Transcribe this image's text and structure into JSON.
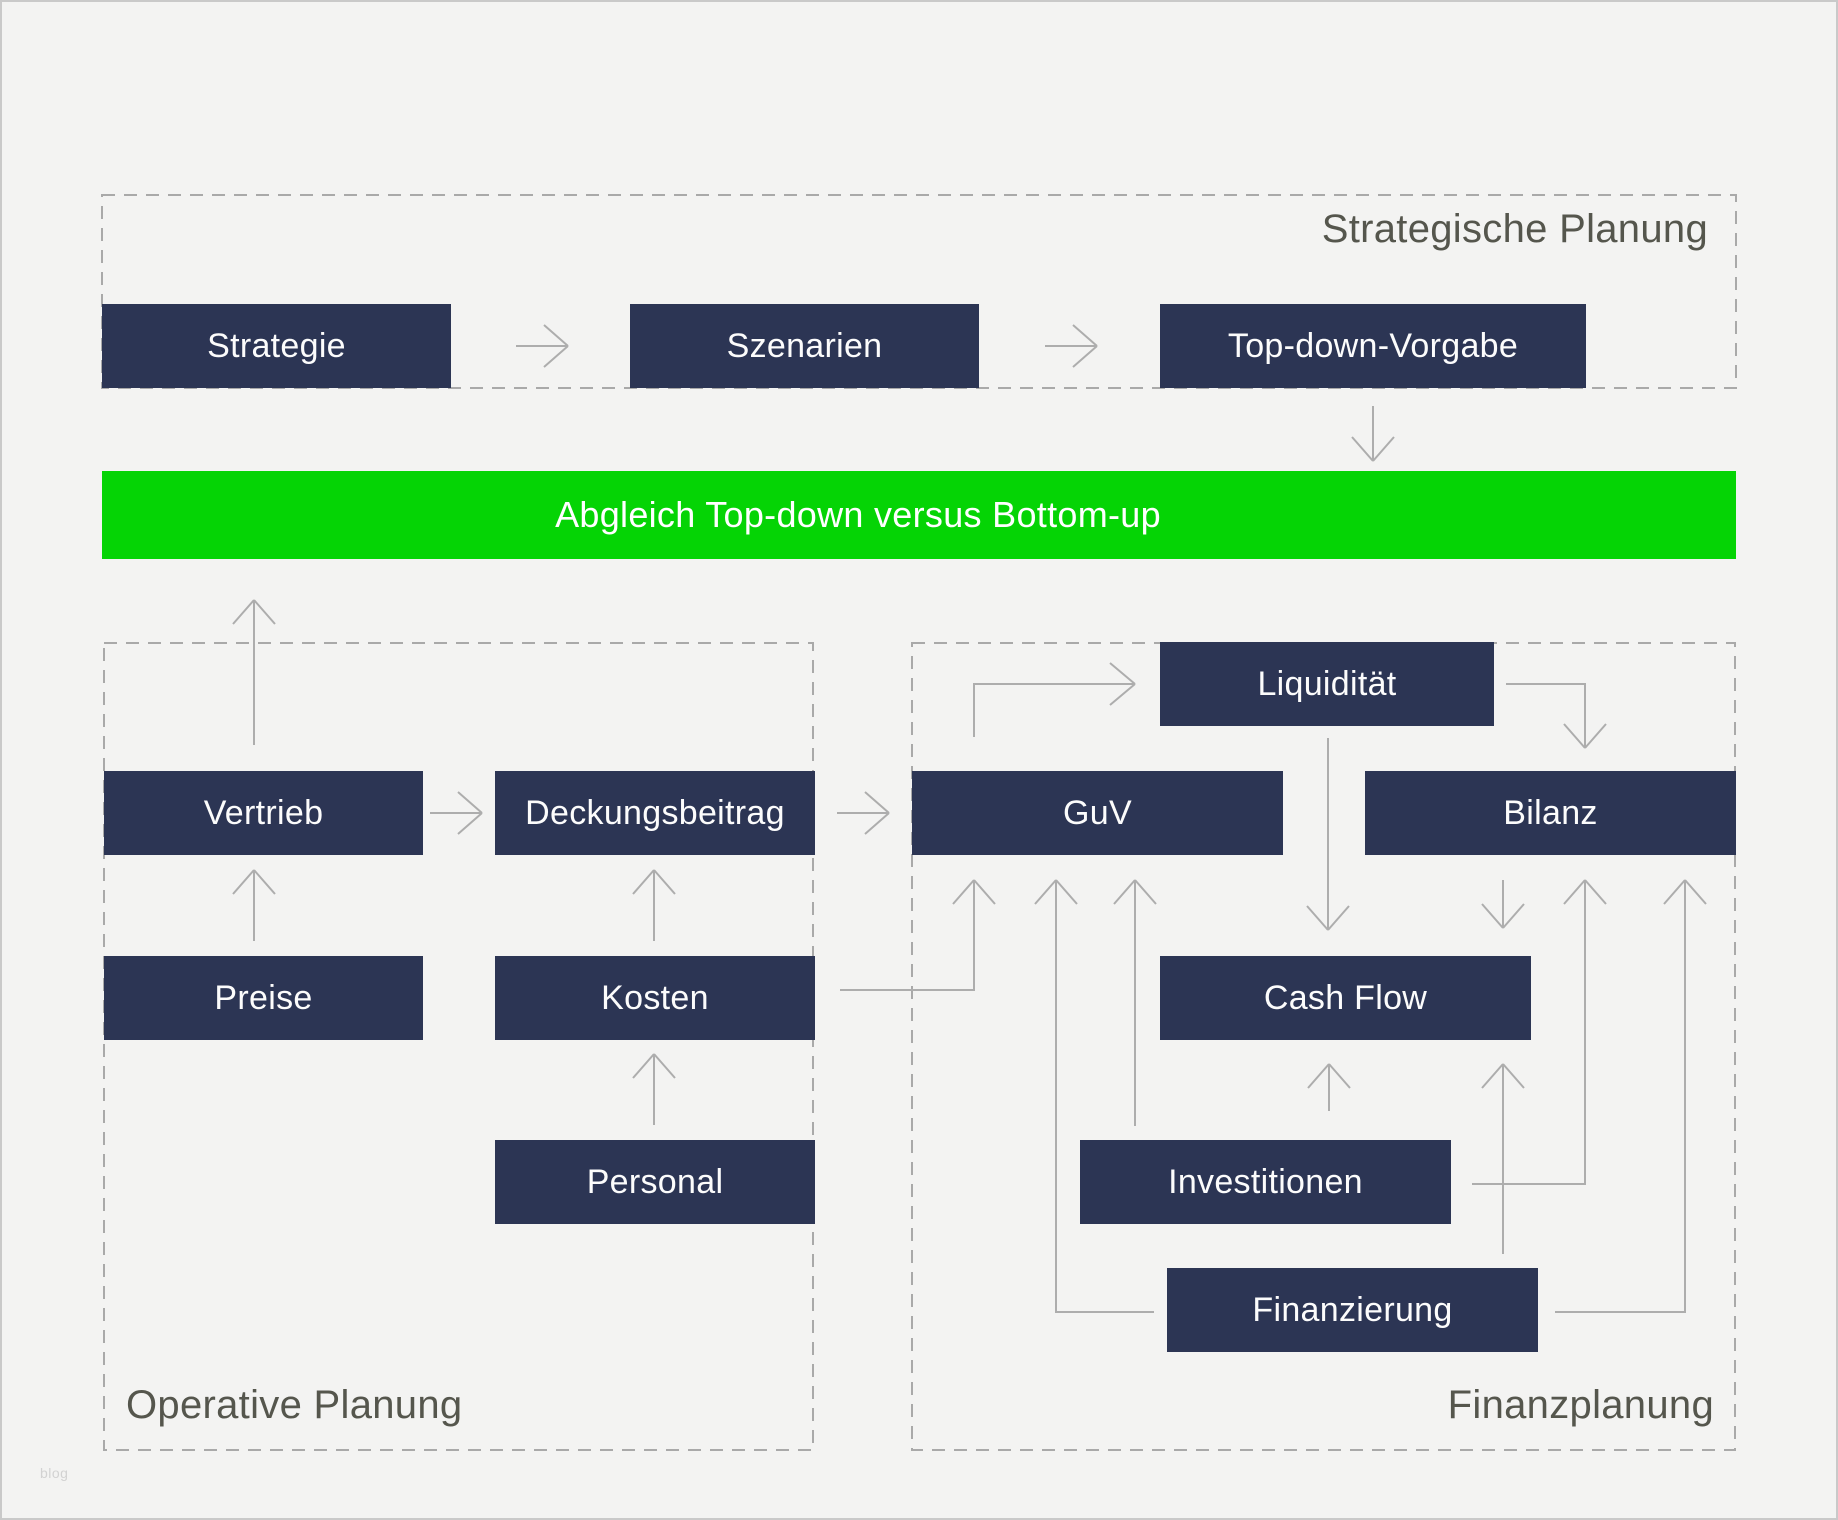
{
  "diagram": {
    "watermark": "blog",
    "colors": {
      "background": "#f3f3f2",
      "node_fill": "#2c3554",
      "node_text": "#ffffff",
      "banner_fill": "#05d405",
      "banner_text": "#ffffff",
      "dashed_border": "#a9a9a9",
      "arrow": "#adadad",
      "section_label_text": "#55564d"
    },
    "banner": {
      "label": "Abgleich Top-down versus Bottom-up"
    },
    "sections": {
      "strategisch": {
        "label": "Strategische Planung",
        "nodes": {
          "strategie": "Strategie",
          "szenarien": "Szenarien",
          "top_down_vorgabe": "Top-down-Vorgabe"
        }
      },
      "operativ": {
        "label": "Operative Planung",
        "nodes": {
          "vertrieb": "Vertrieb",
          "deckungsbeitrag": "Deckungsbeitrag",
          "preise": "Preise",
          "kosten": "Kosten",
          "personal": "Personal"
        }
      },
      "finanz": {
        "label": "Finanzplanung",
        "nodes": {
          "liquiditaet": "Liquidität",
          "guv": "GuV",
          "bilanz": "Bilanz",
          "cash_flow": "Cash Flow",
          "investitionen": "Investitionen",
          "finanzierung": "Finanzierung"
        }
      }
    },
    "flows": [
      "Strategie → Szenarien",
      "Szenarien → Top-down-Vorgabe",
      "Top-down-Vorgabe → Abgleich Top-down versus Bottom-up",
      "Vertrieb → Abgleich Top-down versus Bottom-up",
      "Preise → Vertrieb",
      "Vertrieb → Deckungsbeitrag",
      "Kosten → Deckungsbeitrag",
      "Personal → Kosten",
      "Deckungsbeitrag → GuV",
      "Kosten → GuV",
      "GuV → Liquidität",
      "Liquidität → Bilanz",
      "Liquidität → Cash Flow",
      "Bilanz → Cash Flow",
      "Investitionen → GuV",
      "Investitionen → Cash Flow",
      "Investitionen → Bilanz",
      "Finanzierung → GuV",
      "Finanzierung → Cash Flow",
      "Finanzierung → Bilanz"
    ]
  }
}
